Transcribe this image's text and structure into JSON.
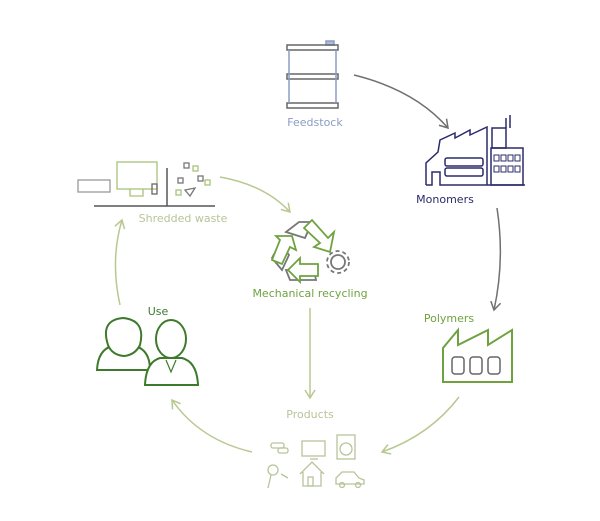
{
  "labels": {
    "feedstock": "Feedstock",
    "monomers": "Monomers",
    "polymers": "Polymers",
    "products": "Products",
    "use": "Use",
    "shredded_waste": "Shredded waste",
    "mechanical_recycling": "Mechanical recycling"
  },
  "colors": {
    "feedstock": "#8a9cc4",
    "monomers": "#2b2b6b",
    "polymers": "#6fa23f",
    "products": "#b8c49a",
    "use": "#3d7a2b",
    "shredded_waste": "#b8c49a",
    "mechanical_recycling": "#6fa23f",
    "arrow_gray": "#707070",
    "arrow_green": "#b8c890"
  },
  "icons": {
    "feedstock": "oil-barrel-icon",
    "monomers": "chemical-plant-icon",
    "polymers": "factory-icon",
    "products": "consumer-products-icon",
    "use": "people-icon",
    "shredded_waste": "e-waste-icon",
    "mechanical_recycling": "recycle-gear-icon"
  }
}
